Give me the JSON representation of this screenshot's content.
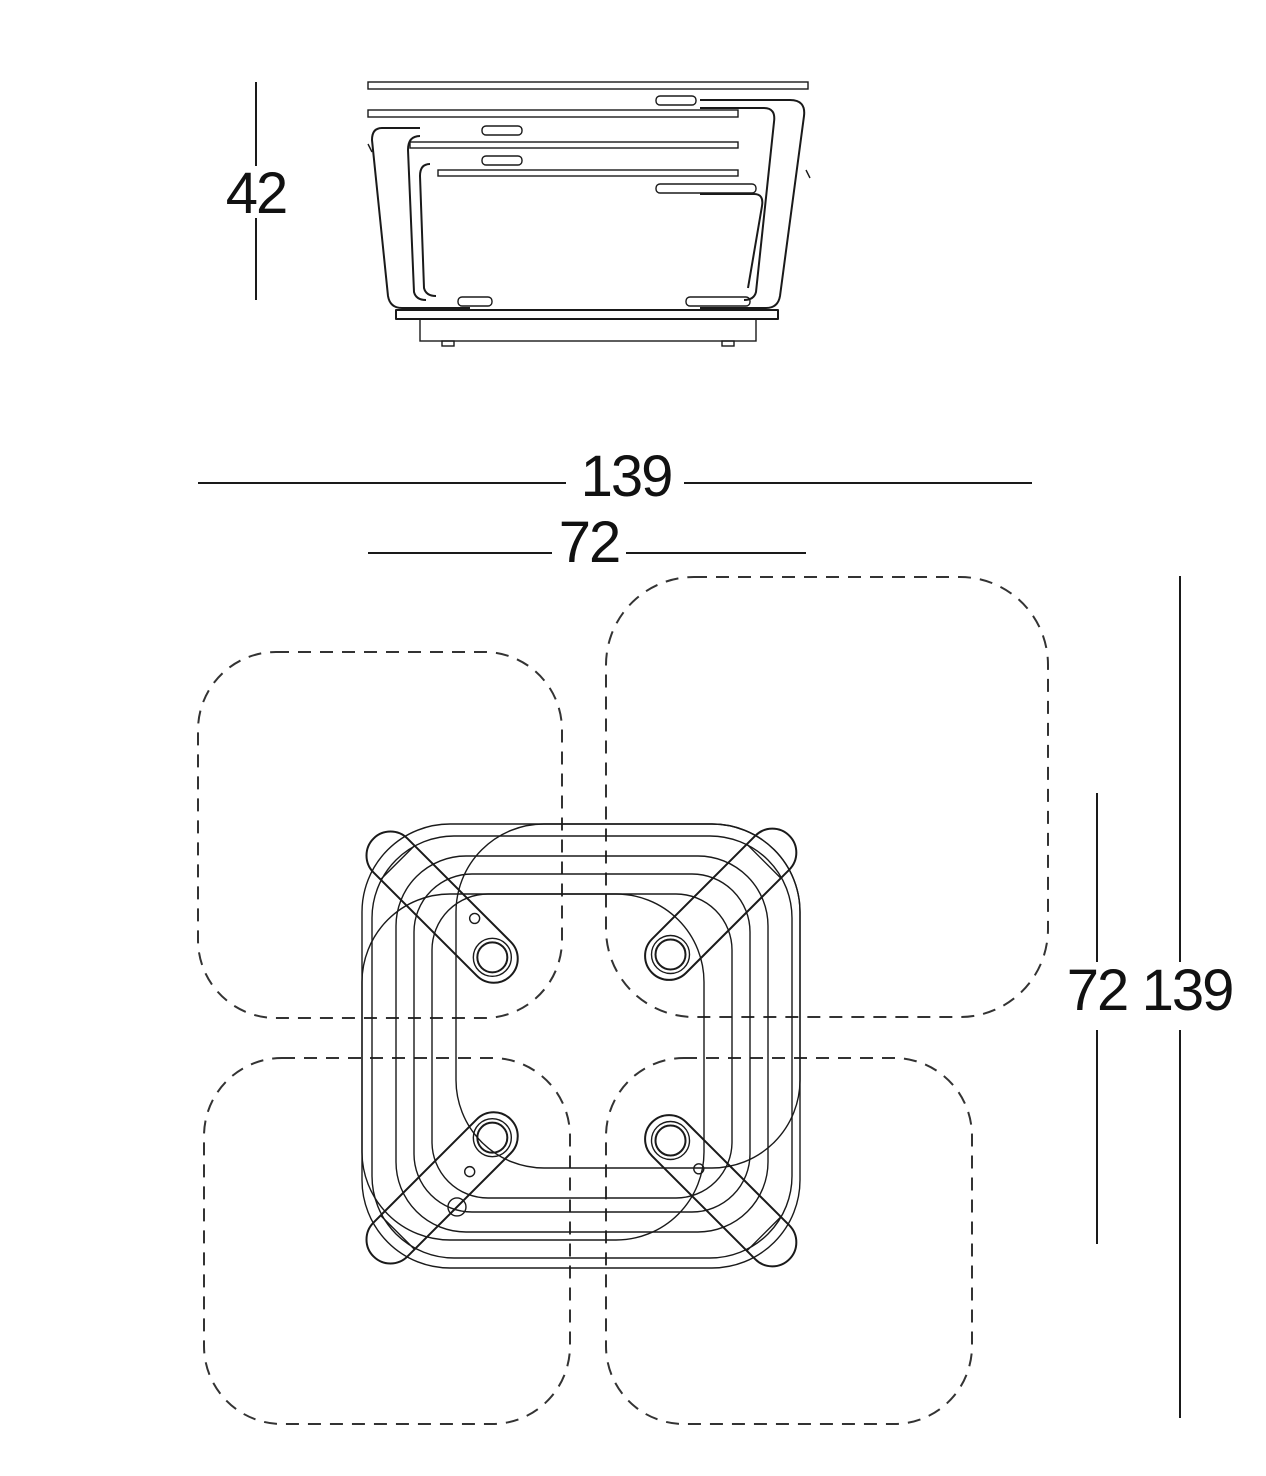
{
  "dimensions": {
    "height": "42",
    "overall_width": "139",
    "table_width": "72",
    "table_depth": "72",
    "overall_depth": "139"
  },
  "views": [
    "side-elevation",
    "plan-view"
  ],
  "colors": {
    "line": "#1a1a1a",
    "background": "#ffffff"
  }
}
